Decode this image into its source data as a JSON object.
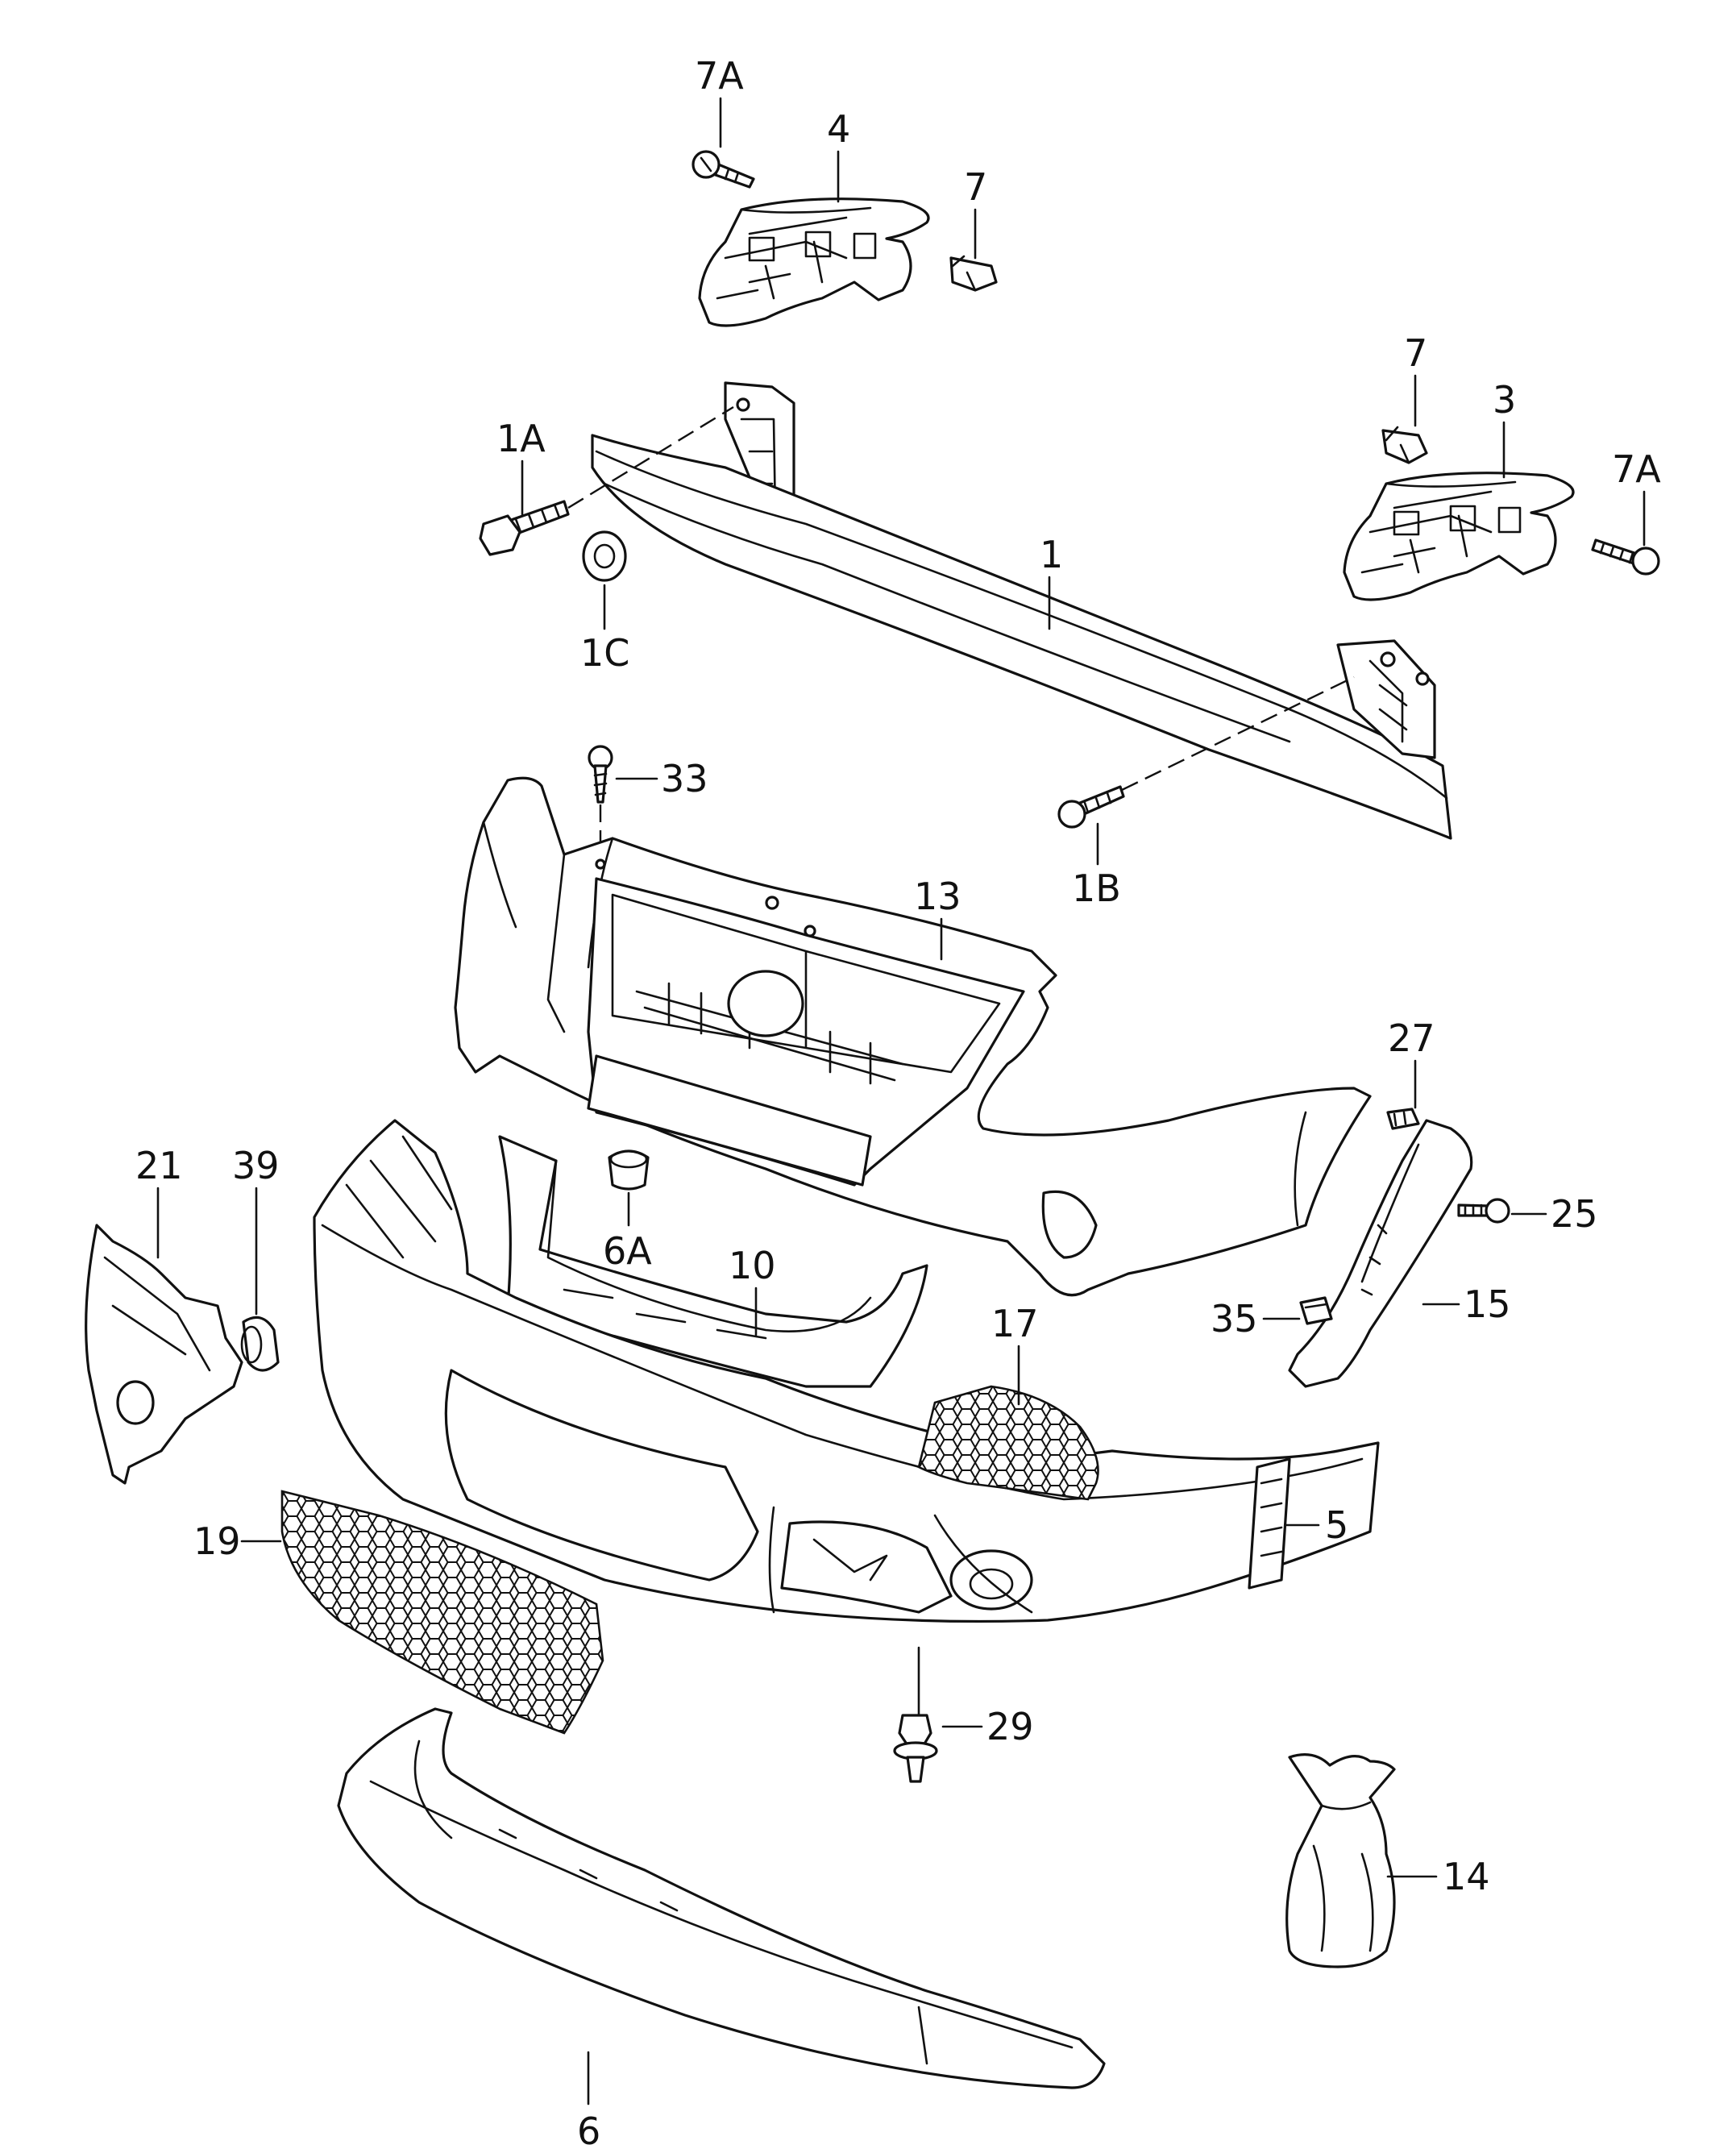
{
  "callouts": {
    "c7a_top": "7A",
    "c4": "4",
    "c7_top": "7",
    "c7_right": "7",
    "c3": "3",
    "c7a_right": "7A",
    "c1a": "1A",
    "c1": "1",
    "c1c": "1C",
    "c33": "33",
    "c1b": "1B",
    "c13": "13",
    "c27": "27",
    "c21": "21",
    "c39": "39",
    "c25": "25",
    "c6a": "6A",
    "c10": "10",
    "c15": "15",
    "c17": "17",
    "c35": "35",
    "c19": "19",
    "c5": "5",
    "c29": "29",
    "c14": "14",
    "c6": "6"
  }
}
